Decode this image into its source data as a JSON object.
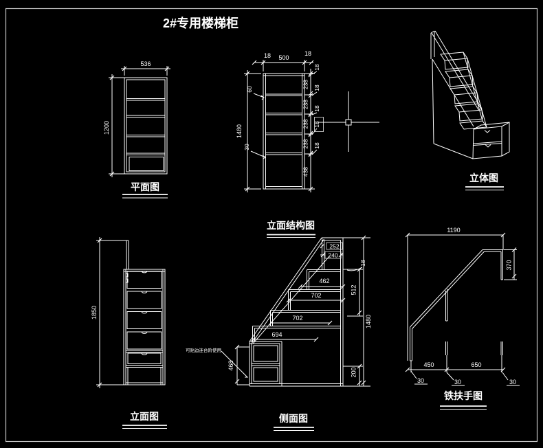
{
  "app": {
    "background": "#000000",
    "line_color": "#ffffff",
    "frame_color": "#c9c9c9"
  },
  "title": "2#专用楼梯柜",
  "views": {
    "plan": {
      "label": "平面图",
      "width": "536",
      "height": "1200"
    },
    "front_structure": {
      "label": "立面结构图",
      "top": [
        "18",
        "500",
        "18"
      ],
      "left": {
        "total": "1480",
        "top_gap": "60",
        "bottom_gap": "30"
      },
      "right": [
        "18",
        "238",
        "18",
        "238",
        "18",
        "238",
        "18",
        "238",
        "18",
        "438"
      ]
    },
    "iso": {
      "label": "立体图"
    },
    "front": {
      "label": "立面图",
      "height": "1850"
    },
    "side": {
      "label": "侧面图",
      "note": "可贴边连台阶使用",
      "top_depth": "252",
      "top_depth_inner": "240",
      "step_1": "462",
      "step_2": "702",
      "step_3": "702",
      "step_4": "694",
      "drawer_height": "468",
      "panel_thickness": "18",
      "upper_height": "512",
      "total_height": "1480",
      "base_height": "200"
    },
    "handrail": {
      "label": "铁扶手图",
      "width": "1190",
      "drop": "370",
      "span_left": "450",
      "span_right": "650",
      "post_dims": [
        "30",
        "30",
        "30"
      ]
    }
  }
}
